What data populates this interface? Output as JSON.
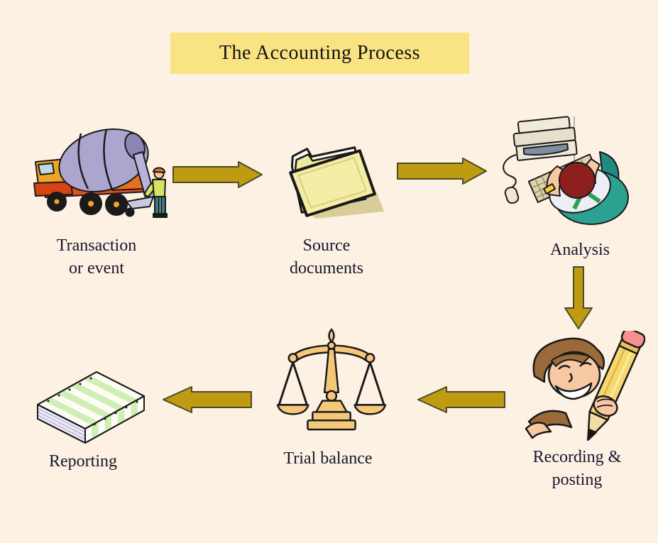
{
  "page": {
    "title": "The Accounting Process"
  },
  "colors": {
    "background": "#FCF1E2",
    "banner": "#FAE383",
    "arrow": "#BE9B10",
    "arrow_outline": "#4D4A2A",
    "text": "#16162E"
  },
  "steps": [
    {
      "id": "transaction-or-event",
      "icon": "cement-truck-icon",
      "lines": [
        "Transaction",
        "or event"
      ]
    },
    {
      "id": "source-documents",
      "icon": "folder-icon",
      "lines": [
        "Source",
        "documents"
      ]
    },
    {
      "id": "analysis",
      "icon": "computer-user-icon",
      "lines": [
        "Analysis"
      ]
    },
    {
      "id": "recording-posting",
      "icon": "writing-pencil-icon",
      "lines": [
        "Recording &",
        "posting"
      ]
    },
    {
      "id": "trial-balance",
      "icon": "balance-scale-icon",
      "lines": [
        "Trial balance"
      ]
    },
    {
      "id": "reporting",
      "icon": "report-stack-icon",
      "lines": [
        "Reporting"
      ]
    }
  ],
  "flow_arrows": [
    {
      "from": "transaction-or-event",
      "to": "source-documents",
      "direction": "right"
    },
    {
      "from": "source-documents",
      "to": "analysis",
      "direction": "right"
    },
    {
      "from": "analysis",
      "to": "recording-posting",
      "direction": "down"
    },
    {
      "from": "recording-posting",
      "to": "trial-balance",
      "direction": "left"
    },
    {
      "from": "trial-balance",
      "to": "reporting",
      "direction": "left"
    }
  ]
}
